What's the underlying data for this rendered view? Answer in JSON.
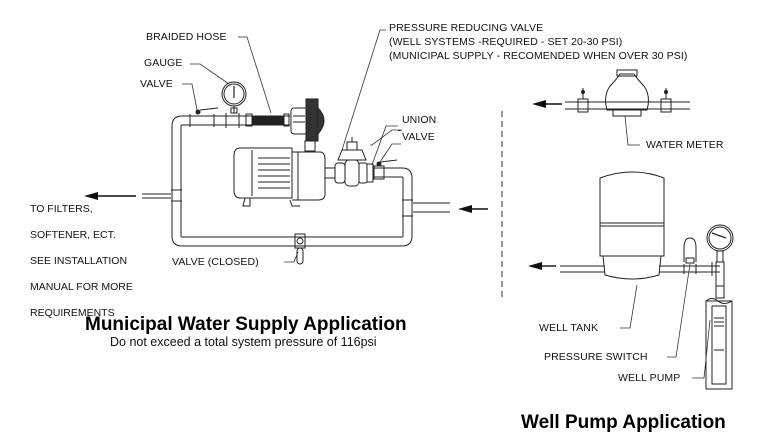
{
  "municipal": {
    "title": "Municipal Water Supply Application",
    "subtitle": "Do not exceed a total system pressure of 116psi",
    "labels": {
      "braided_hose": "BRAIDED HOSE",
      "gauge": "GAUGE",
      "valve_top": "VALVE",
      "prv_line1": "PRESSURE REDUCING VALVE",
      "prv_line2": "(WELL SYSTEMS -REQUIRED - SET 20-30 PSI)",
      "prv_line3": "(MUNICIPAL SUPPLY - RECOMENDED WHEN OVER 30 PSI)",
      "union": "UNION",
      "valve_right": "VALVE",
      "valve_closed": "VALVE (CLOSED)",
      "outlet_note": [
        "TO FILTERS,",
        "SOFTENER, ECT.",
        "SEE INSTALLATION",
        "MANUAL FOR MORE",
        "REQUIREMENTS"
      ]
    }
  },
  "well": {
    "title": "Well Pump Application",
    "labels": {
      "water_meter": "WATER METER",
      "well_tank": "WELL TANK",
      "pressure_switch": "PRESSURE SWITCH",
      "well_pump": "WELL PUMP"
    }
  }
}
